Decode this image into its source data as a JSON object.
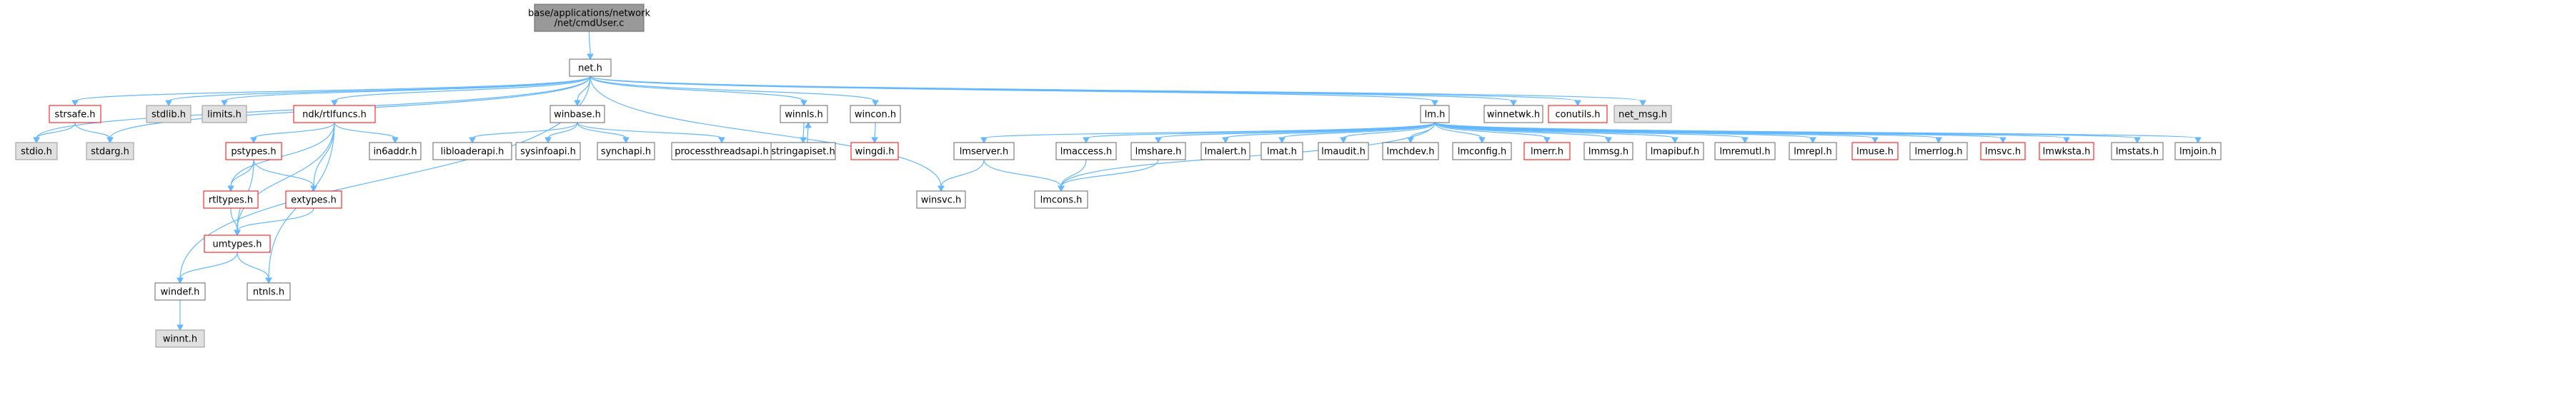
{
  "colors": {
    "edge": "#63b8ff",
    "root_fill": "#999999",
    "default_fill": "#ffffff",
    "default_stroke": "#666666",
    "missing_fill": "#e0e0e0",
    "missing_stroke": "#999999",
    "link_fill": "#ffffff",
    "link_stroke": "#ff0000",
    "link_text": "#ff0000"
  },
  "nodes": [
    {
      "id": "root",
      "label": "base/applications/network\n/net/cmdUser.c",
      "style": "root"
    },
    {
      "id": "net",
      "label": "net.h",
      "style": "default"
    },
    {
      "id": "stdio",
      "label": "stdio.h",
      "style": "missing"
    },
    {
      "id": "strsafe",
      "label": "strsafe.h",
      "style": "link"
    },
    {
      "id": "stdarg",
      "label": "stdarg.h",
      "style": "missing"
    },
    {
      "id": "stdlib",
      "label": "stdlib.h",
      "style": "missing"
    },
    {
      "id": "limits",
      "label": "limits.h",
      "style": "missing"
    },
    {
      "id": "ndk",
      "label": "ndk/rtlfuncs.h",
      "style": "link"
    },
    {
      "id": "pstypes",
      "label": "pstypes.h",
      "style": "link"
    },
    {
      "id": "rtltypes",
      "label": "rtltypes.h",
      "style": "link"
    },
    {
      "id": "extypes",
      "label": "extypes.h",
      "style": "link"
    },
    {
      "id": "umtypes",
      "label": "umtypes.h",
      "style": "link"
    },
    {
      "id": "windef",
      "label": "windef.h",
      "style": "default"
    },
    {
      "id": "winnt",
      "label": "winnt.h",
      "style": "missing"
    },
    {
      "id": "ntnls",
      "label": "ntnls.h",
      "style": "default"
    },
    {
      "id": "in6addr",
      "label": "in6addr.h",
      "style": "default"
    },
    {
      "id": "winbase",
      "label": "winbase.h",
      "style": "default"
    },
    {
      "id": "libloader",
      "label": "libloaderapi.h",
      "style": "default"
    },
    {
      "id": "sysinfo",
      "label": "sysinfoapi.h",
      "style": "default"
    },
    {
      "id": "synchapi",
      "label": "synchapi.h",
      "style": "default"
    },
    {
      "id": "processthreads",
      "label": "processthreadsapi.h",
      "style": "default"
    },
    {
      "id": "winnls",
      "label": "winnls.h",
      "style": "default"
    },
    {
      "id": "stringapiset",
      "label": "stringapiset.h",
      "style": "default"
    },
    {
      "id": "wincon",
      "label": "wincon.h",
      "style": "default"
    },
    {
      "id": "wingdi",
      "label": "wingdi.h",
      "style": "link"
    },
    {
      "id": "winsvc",
      "label": "winsvc.h",
      "style": "default"
    },
    {
      "id": "lm",
      "label": "lm.h",
      "style": "default"
    },
    {
      "id": "winnetwk",
      "label": "winnetwk.h",
      "style": "default"
    },
    {
      "id": "conutils",
      "label": "conutils.h",
      "style": "link"
    },
    {
      "id": "netmsg",
      "label": "net_msg.h",
      "style": "missing"
    },
    {
      "id": "lmserver",
      "label": "lmserver.h",
      "style": "default"
    },
    {
      "id": "lmaccess",
      "label": "lmaccess.h",
      "style": "default"
    },
    {
      "id": "lmshare",
      "label": "lmshare.h",
      "style": "default"
    },
    {
      "id": "lmcons",
      "label": "lmcons.h",
      "style": "default"
    },
    {
      "id": "lmalert",
      "label": "lmalert.h",
      "style": "default"
    },
    {
      "id": "lmat",
      "label": "lmat.h",
      "style": "default"
    },
    {
      "id": "lmaudit",
      "label": "lmaudit.h",
      "style": "default"
    },
    {
      "id": "lmchdev",
      "label": "lmchdev.h",
      "style": "default"
    },
    {
      "id": "lmconfig",
      "label": "lmconfig.h",
      "style": "default"
    },
    {
      "id": "lmerr",
      "label": "lmerr.h",
      "style": "link"
    },
    {
      "id": "lmmsg",
      "label": "lmmsg.h",
      "style": "default"
    },
    {
      "id": "lmapibuf",
      "label": "lmapibuf.h",
      "style": "default"
    },
    {
      "id": "lmremutl",
      "label": "lmremutl.h",
      "style": "default"
    },
    {
      "id": "lmrepl",
      "label": "lmrepl.h",
      "style": "default"
    },
    {
      "id": "lmuse",
      "label": "lmuse.h",
      "style": "link"
    },
    {
      "id": "lmerrlog",
      "label": "lmerrlog.h",
      "style": "default"
    },
    {
      "id": "lmsvc",
      "label": "lmsvc.h",
      "style": "link"
    },
    {
      "id": "lmwksta",
      "label": "lmwksta.h",
      "style": "link"
    },
    {
      "id": "lmstats",
      "label": "lmstats.h",
      "style": "default"
    },
    {
      "id": "lmjoin",
      "label": "lmjoin.h",
      "style": "default"
    }
  ],
  "edges": [
    [
      "root",
      "net"
    ],
    [
      "net",
      "stdio"
    ],
    [
      "net",
      "strsafe"
    ],
    [
      "net",
      "stdarg"
    ],
    [
      "net",
      "stdlib"
    ],
    [
      "net",
      "limits"
    ],
    [
      "net",
      "ndk"
    ],
    [
      "net",
      "windef"
    ],
    [
      "net",
      "winbase"
    ],
    [
      "net",
      "winnls"
    ],
    [
      "net",
      "wincon"
    ],
    [
      "net",
      "winsvc"
    ],
    [
      "net",
      "lm"
    ],
    [
      "net",
      "winnetwk"
    ],
    [
      "net",
      "conutils"
    ],
    [
      "net",
      "netmsg"
    ],
    [
      "strsafe",
      "stdio"
    ],
    [
      "strsafe",
      "stdarg"
    ],
    [
      "ndk",
      "pstypes"
    ],
    [
      "ndk",
      "rtltypes"
    ],
    [
      "ndk",
      "extypes"
    ],
    [
      "ndk",
      "umtypes"
    ],
    [
      "ndk",
      "ntnls"
    ],
    [
      "ndk",
      "in6addr"
    ],
    [
      "pstypes",
      "rtltypes"
    ],
    [
      "pstypes",
      "extypes"
    ],
    [
      "pstypes",
      "umtypes"
    ],
    [
      "rtltypes",
      "umtypes"
    ],
    [
      "extypes",
      "umtypes"
    ],
    [
      "umtypes",
      "windef"
    ],
    [
      "umtypes",
      "ntnls"
    ],
    [
      "windef",
      "winnt"
    ],
    [
      "winbase",
      "libloader"
    ],
    [
      "winbase",
      "sysinfo"
    ],
    [
      "winbase",
      "synchapi"
    ],
    [
      "winbase",
      "processthreads"
    ],
    [
      "winnls",
      "stringapiset"
    ],
    [
      "stringapiset",
      "winnls"
    ],
    [
      "wincon",
      "wingdi"
    ],
    [
      "lm",
      "lmserver"
    ],
    [
      "lm",
      "lmaccess"
    ],
    [
      "lm",
      "lmshare"
    ],
    [
      "lm",
      "lmcons"
    ],
    [
      "lm",
      "lmalert"
    ],
    [
      "lm",
      "lmat"
    ],
    [
      "lm",
      "lmaudit"
    ],
    [
      "lm",
      "lmchdev"
    ],
    [
      "lm",
      "lmconfig"
    ],
    [
      "lm",
      "lmerr"
    ],
    [
      "lm",
      "lmmsg"
    ],
    [
      "lm",
      "lmapibuf"
    ],
    [
      "lm",
      "lmremutl"
    ],
    [
      "lm",
      "lmrepl"
    ],
    [
      "lm",
      "lmuse"
    ],
    [
      "lm",
      "lmerrlog"
    ],
    [
      "lm",
      "lmsvc"
    ],
    [
      "lm",
      "lmwksta"
    ],
    [
      "lm",
      "lmstats"
    ],
    [
      "lm",
      "lmjoin"
    ],
    [
      "lmserver",
      "winsvc"
    ],
    [
      "lmserver",
      "lmcons"
    ],
    [
      "lmaccess",
      "lmcons"
    ],
    [
      "lmshare",
      "lmcons"
    ]
  ]
}
